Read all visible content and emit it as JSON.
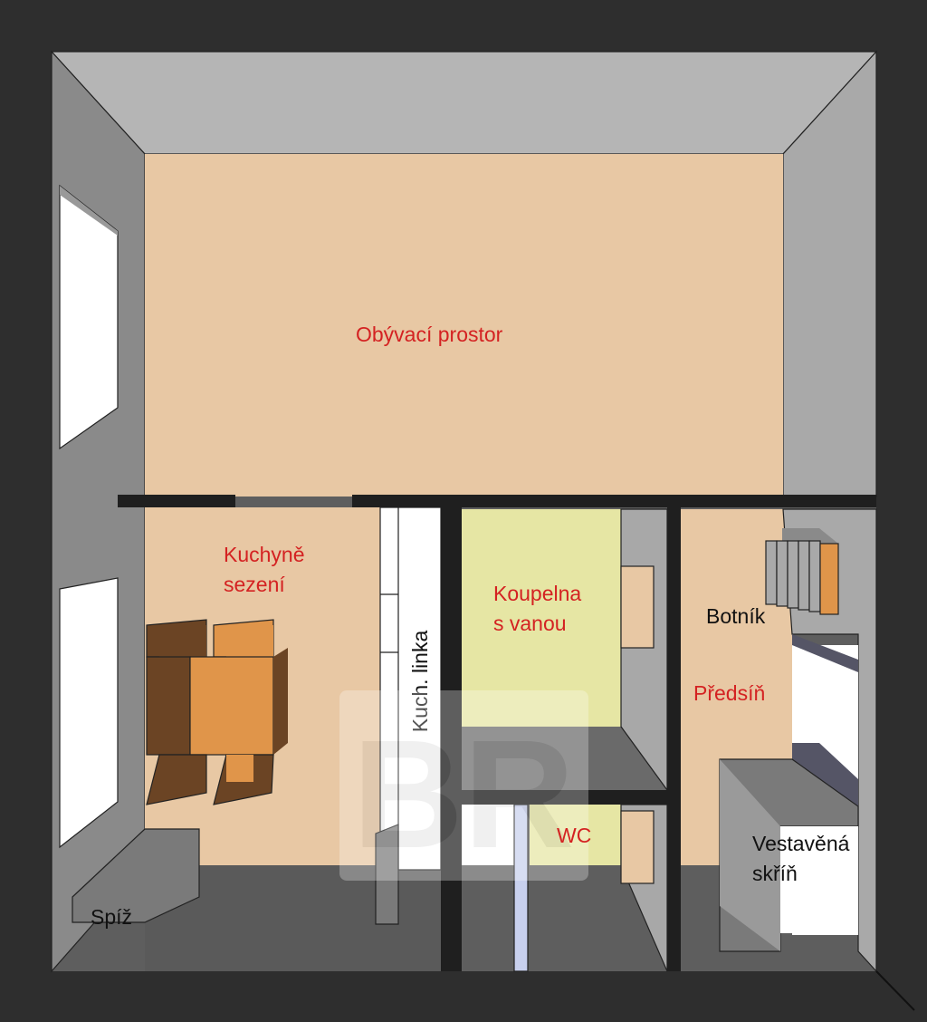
{
  "floorplan": {
    "rooms": {
      "living": "Obývací prostor",
      "kitchen_line1": "Kuchyně",
      "kitchen_line2": "sezení",
      "bath_line1": "Koupelna",
      "bath_line2": "s vanou",
      "wc": "WC",
      "hall": "Předsíň",
      "closet_line1": "Vestavěná",
      "closet_line2": "skříň",
      "pantry": "Spíž"
    },
    "fixtures": {
      "kitchen_counter": "Kuch. linka",
      "shoe_rack": "Botník"
    },
    "watermark": "BR"
  },
  "colors": {
    "background": "#2e2e2e",
    "floor": "#e8c8a4",
    "bathroom": "#e6e6a4",
    "label_red": "#d42222"
  }
}
